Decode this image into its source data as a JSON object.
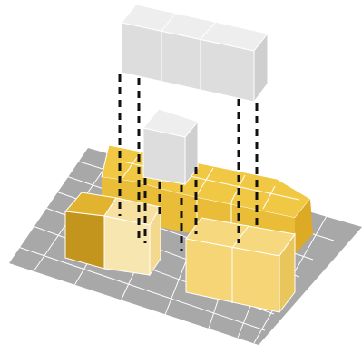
{
  "colors": {
    "background": "#ffffff",
    "grid_fill": "#a8a8a8",
    "grid_line": "#ffffff",
    "gold": "#ecc443",
    "gold_dark": "#c4951c",
    "cream": "#f8e6b0",
    "light_gold": "#f5d576",
    "gray_block": "#dddddd",
    "dash": "#111111"
  },
  "structure": {
    "base_grid": {
      "description_hidden": true
    },
    "blocks": [
      {
        "id": "back-row-blocks",
        "color": "gold"
      },
      {
        "id": "dark-corner-block",
        "color": "gold_dark"
      },
      {
        "id": "cream-block",
        "color": "cream"
      },
      {
        "id": "front-right-blocks",
        "color": "light_gold"
      },
      {
        "id": "center-gray-block",
        "color": "gray_block"
      },
      {
        "id": "top-gray-block",
        "color": "gray_block"
      }
    ],
    "dashed_connectors": 8
  }
}
